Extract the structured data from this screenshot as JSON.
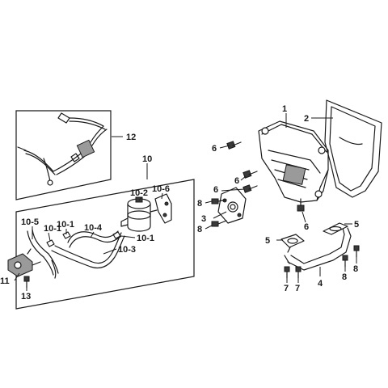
{
  "callouts": {
    "c1": "1",
    "c2": "2",
    "c3": "3",
    "c4": "4",
    "c5a": "5",
    "c5b": "5",
    "c6a": "6",
    "c6b": "6",
    "c6c": "6",
    "c6d": "6",
    "c7a": "7",
    "c7b": "7",
    "c8a": "8",
    "c8b": "8",
    "c8c": "8",
    "c8d": "8",
    "c10": "10",
    "c10_1a": "10-1",
    "c10_1b": "10-1",
    "c10_1c": "10-1",
    "c10_2": "10-2",
    "c10_3": "10-3",
    "c10_4": "10-4",
    "c10_5": "10-5",
    "c10_6": "10-6",
    "c11": "11",
    "c12": "12",
    "c13": "13"
  }
}
